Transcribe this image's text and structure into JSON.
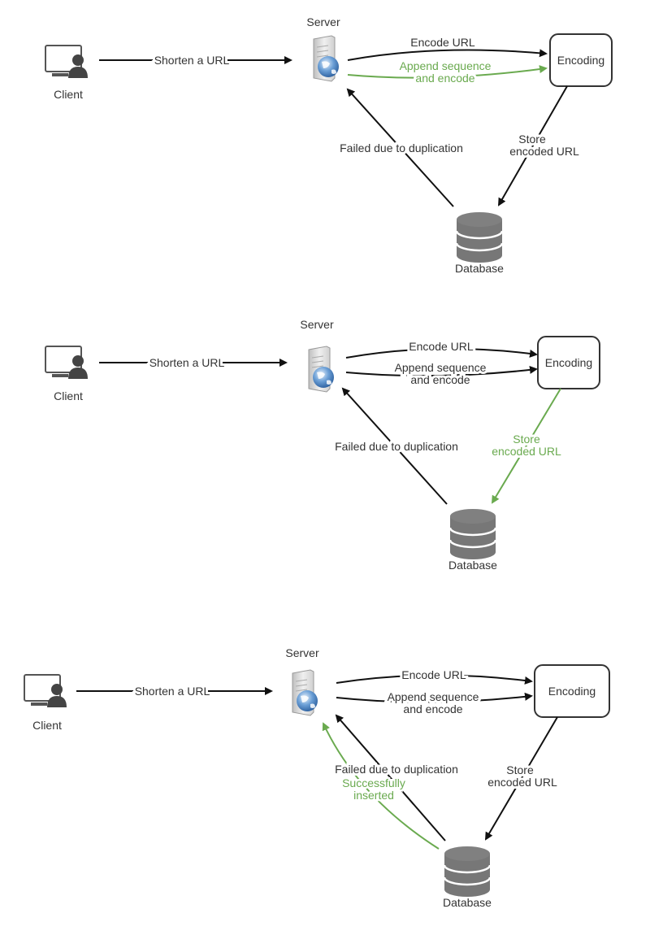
{
  "colors": {
    "highlight": "#6aaa4f",
    "edge": "#111111",
    "text": "#333333",
    "database": "#777777"
  },
  "diagrams": [
    {
      "nodes": {
        "client": "Client",
        "server": "Server",
        "encoding": "Encoding",
        "database": "Database"
      },
      "edges": {
        "shorten": {
          "label": "Shorten a URL",
          "highlighted": false
        },
        "encode_url": {
          "label": "Encode URL",
          "highlighted": false
        },
        "append": {
          "label_line1": "Append sequence",
          "label_line2": "and encode",
          "highlighted": true
        },
        "store": {
          "label_line1": "Store",
          "label_line2": "encoded URL",
          "highlighted": false
        },
        "failed": {
          "label": "Failed due to duplication",
          "highlighted": false
        }
      }
    },
    {
      "nodes": {
        "client": "Client",
        "server": "Server",
        "encoding": "Encoding",
        "database": "Database"
      },
      "edges": {
        "shorten": {
          "label": "Shorten a URL",
          "highlighted": false
        },
        "encode_url": {
          "label": "Encode URL",
          "highlighted": false
        },
        "append": {
          "label_line1": "Append sequence",
          "label_line2": "and encode",
          "highlighted": false
        },
        "store": {
          "label_line1": "Store",
          "label_line2": "encoded URL",
          "highlighted": true
        },
        "failed": {
          "label": "Failed due to duplication",
          "highlighted": false
        }
      }
    },
    {
      "nodes": {
        "client": "Client",
        "server": "Server",
        "encoding": "Encoding",
        "database": "Database"
      },
      "edges": {
        "shorten": {
          "label": "Shorten a URL",
          "highlighted": false
        },
        "encode_url": {
          "label": "Encode URL",
          "highlighted": false
        },
        "append": {
          "label_line1": "Append sequence",
          "label_line2": "and encode",
          "highlighted": false
        },
        "store": {
          "label_line1": "Store",
          "label_line2": "encoded URL",
          "highlighted": false
        },
        "failed": {
          "label": "Failed due to duplication",
          "highlighted": false
        },
        "success": {
          "label_line1": "Successfully",
          "label_line2": "inserted",
          "highlighted": true
        }
      }
    }
  ]
}
